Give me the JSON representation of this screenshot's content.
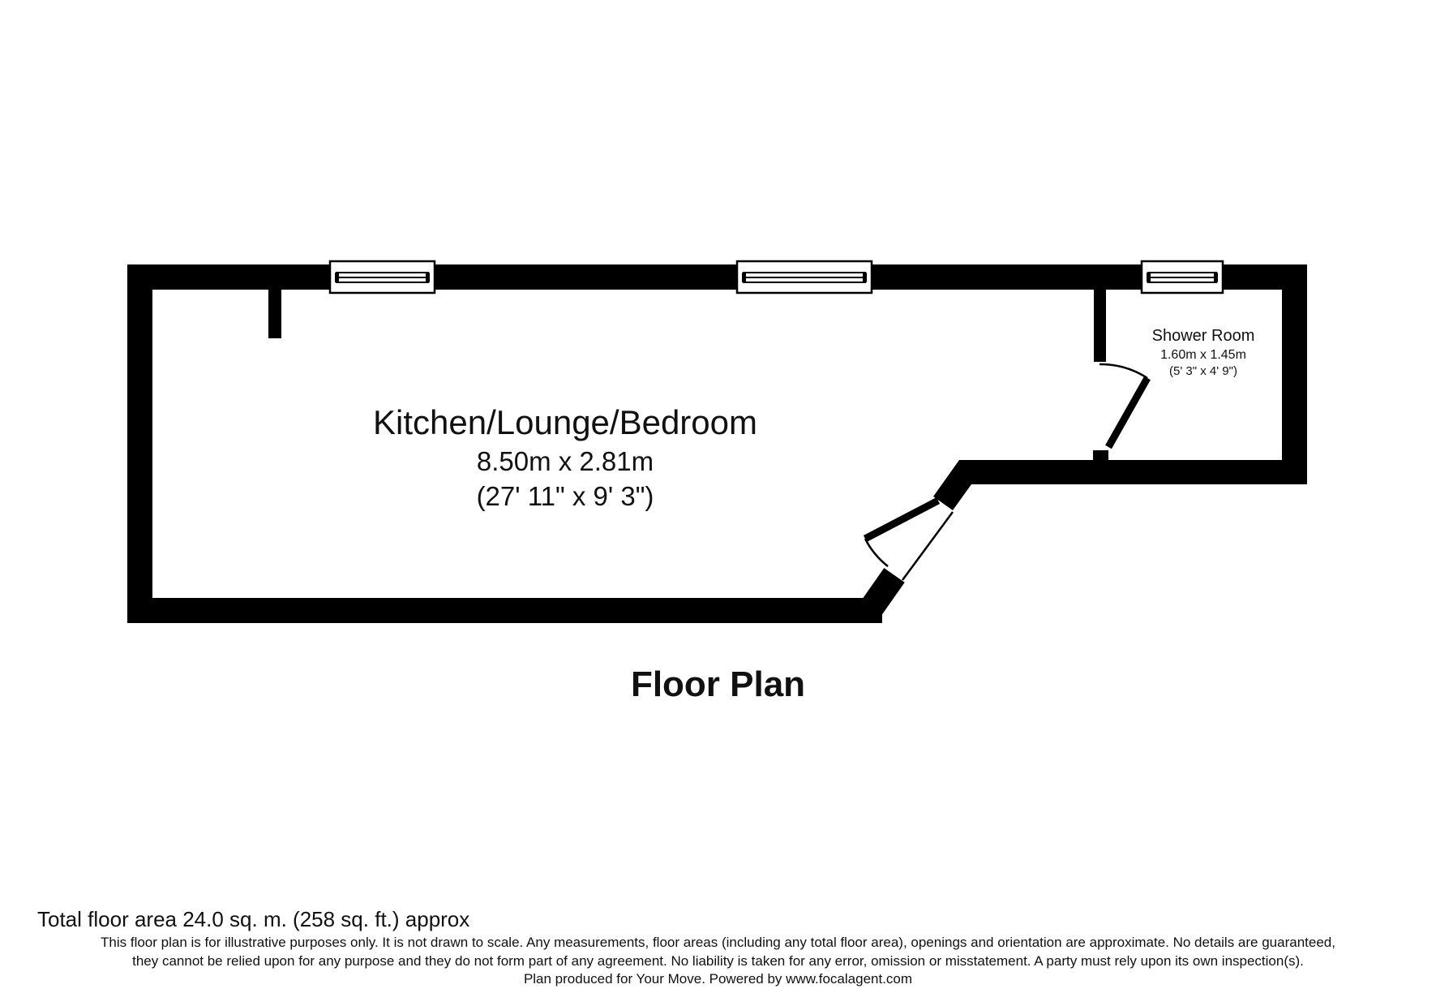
{
  "plan": {
    "title": "Floor Plan",
    "rooms": {
      "main": {
        "name": "Kitchen/Lounge/Bedroom",
        "dims_metric": "8.50m x 2.81m",
        "dims_imperial": "(27' 11\" x 9' 3\")"
      },
      "shower": {
        "name": "Shower Room",
        "dims_metric": "1.60m x 1.45m",
        "dims_imperial": "(5' 3\" x 4' 9\")"
      }
    },
    "features": [
      "window",
      "window",
      "window",
      "door",
      "door"
    ]
  },
  "footer": {
    "total_area": "Total floor area 24.0 sq. m. (258 sq. ft.) approx",
    "disclaimer_line1": "This floor plan is for illustrative purposes only. It is not drawn to scale. Any measurements, floor areas (including any total floor area), openings and orientation are approximate. No details are guaranteed,",
    "disclaimer_line2": "they cannot be relied upon for any purpose and they do not form part of any agreement. No liability is taken for any error, omission or misstatement. A party must rely upon its own inspection(s).",
    "credit": "Plan produced for Your Move. Powered by www.focalagent.com"
  },
  "colors": {
    "wall": "#000000",
    "background": "#ffffff",
    "text": "#111111"
  }
}
